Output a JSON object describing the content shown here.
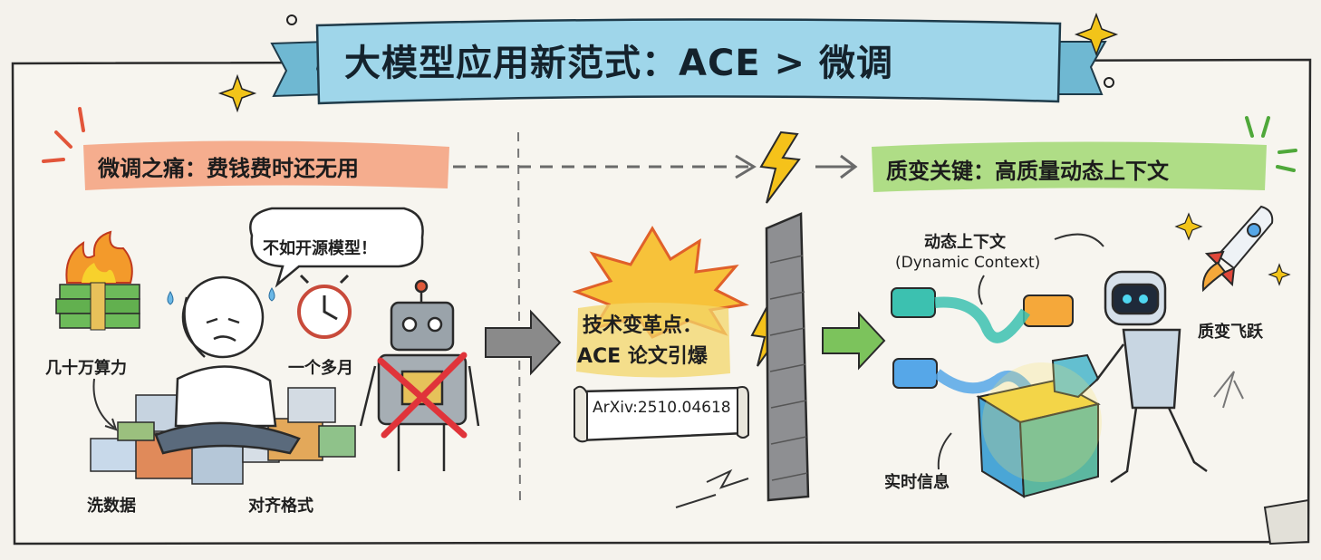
{
  "title": "大模型应用新范式：ACE > 微调",
  "left_section": {
    "header": "微调之痛：费钱费时还无用",
    "speech_bubble": "不如开源模型！",
    "label_compute": "几十万算力",
    "label_time": "一个多月",
    "label_clean": "洗数据",
    "label_format": "对齐格式"
  },
  "center_section": {
    "title_line1": "技术变革点：",
    "title_line2": "ACE 论文引爆",
    "arxiv": "ArXiv:2510.04618"
  },
  "right_section": {
    "header": "质变关键：高质量动态上下文",
    "context_label": "动态上下文",
    "context_label_en": "(Dynamic Context)",
    "label_leap": "质变飞跃",
    "label_realtime": "实时信息"
  },
  "colors": {
    "title_banner": "#8fd0e6",
    "left_highlight": "#f3a37c",
    "right_highlight": "#a9dc7e",
    "arrow_gray": "#8a8a8a",
    "arrow_green": "#7cc35c",
    "bolt": "#f5c21a"
  }
}
